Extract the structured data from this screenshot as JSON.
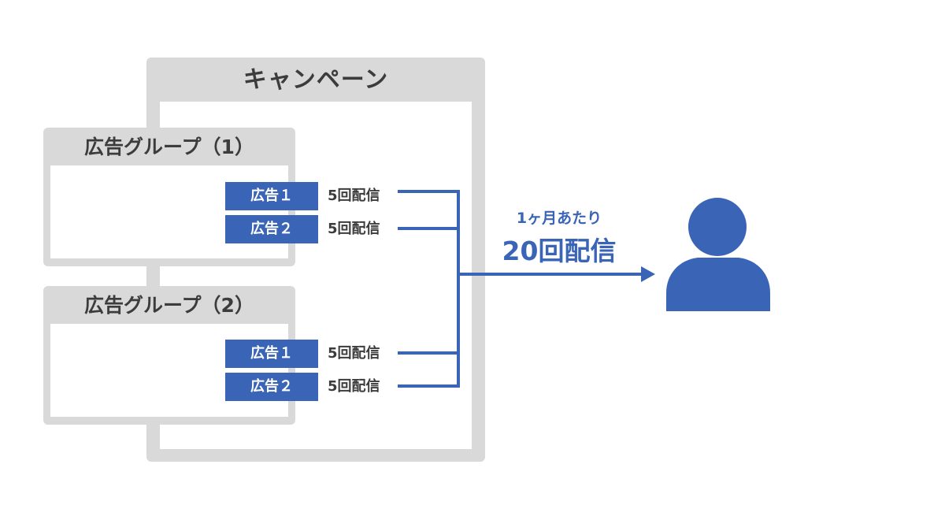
{
  "campaign": {
    "title": "キャンペーン"
  },
  "groups": [
    {
      "title": "広告グループ（1）",
      "ads": [
        {
          "label": "広告１",
          "count": "5回配信"
        },
        {
          "label": "広告２",
          "count": "5回配信"
        }
      ]
    },
    {
      "title": "広告グループ（2）",
      "ads": [
        {
          "label": "広告１",
          "count": "5回配信"
        },
        {
          "label": "広告２",
          "count": "5回配信"
        }
      ]
    }
  ],
  "delivery": {
    "caption": "1ヶ月あたり",
    "total": "20回配信"
  },
  "icons": {
    "user": "person-icon",
    "flow": "arrow-right-icon"
  },
  "colors": {
    "accent": "#3a64b5",
    "panel": "#d9d9d9",
    "text": "#3c3c3c"
  }
}
